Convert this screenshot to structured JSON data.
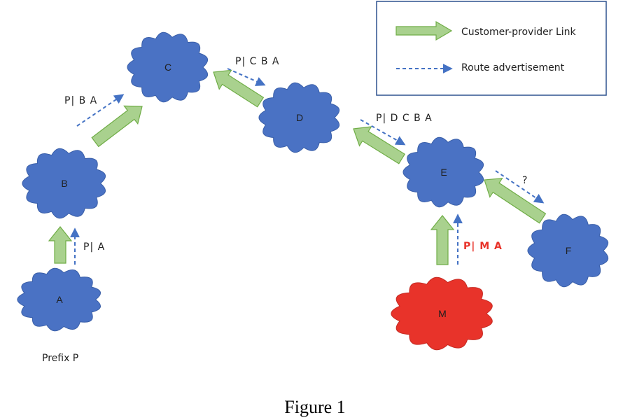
{
  "colors": {
    "node_normal": "#4a72c4",
    "node_attacker": "#e8332a",
    "link_fill": "#a9d18e",
    "link_stroke": "#70ad47",
    "advert": "#4472c4",
    "legend_border": "#2f528f"
  },
  "legend": {
    "link_label": "Customer-provider Link",
    "advert_label": "Route advertisement"
  },
  "nodes": {
    "A": "A",
    "B": "B",
    "C": "C",
    "D": "D",
    "E": "E",
    "F": "F",
    "M": "M"
  },
  "prefix_label": "Prefix P",
  "adverts": {
    "a_to_b": "P| A",
    "b_to_c": "P| B A",
    "c_to_d": "P| C B A",
    "d_to_e": "P| D C B A",
    "m_to_e": "P| M A",
    "e_to_f": "?"
  },
  "caption": "Figure 1"
}
